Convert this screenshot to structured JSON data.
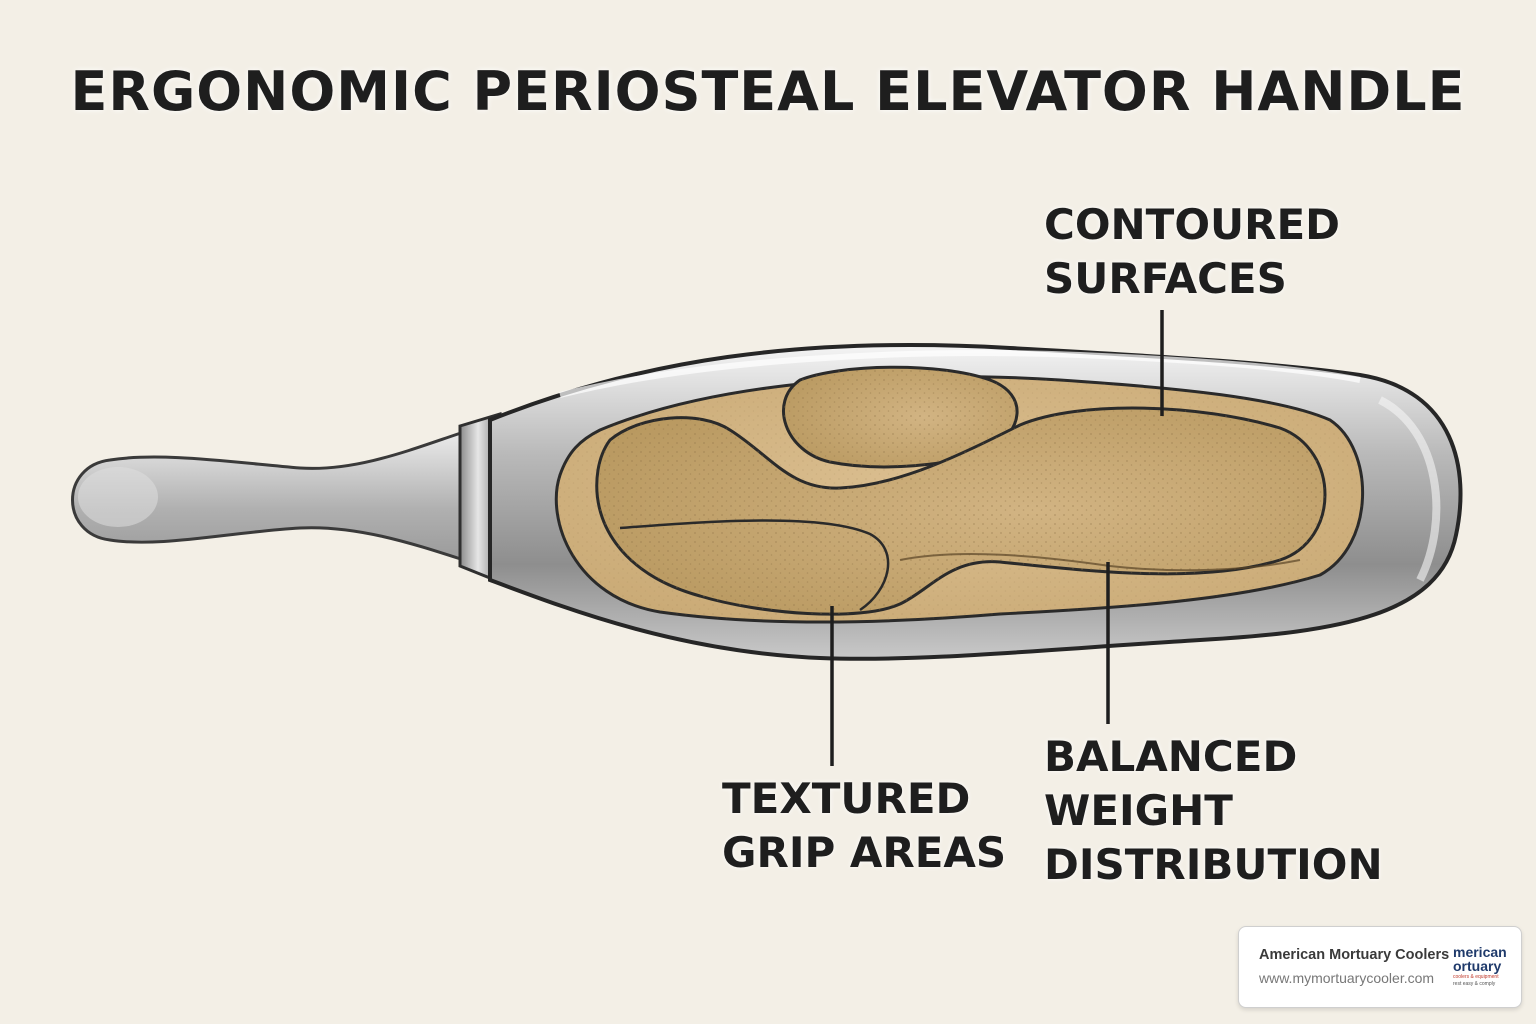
{
  "title": "ERGONOMIC PERIOSTEAL ELEVATOR HANDLE",
  "callouts": {
    "contoured": [
      "CONTOURED",
      "SURFACES"
    ],
    "textured": [
      "TEXTURED",
      "GRIP AREAS"
    ],
    "balanced": [
      "BALANCED",
      "WEIGHT",
      "DISTRIBUTION"
    ]
  },
  "badge": {
    "name": "American Mortuary Coolers",
    "url": "www.mymortuarycooler.com",
    "logo_line1": "merican",
    "logo_line2": "ortuary",
    "logo_line3": "coolers & equipment",
    "logo_line4": "rest easy & comply"
  },
  "colors": {
    "background": "#f3efe6",
    "metal": "#a9a9a9",
    "grip": "#d8bb88",
    "grip_dark": "#bc9d6a",
    "outline": "#2b2b2b",
    "logo_blue": "#1f3a6b",
    "logo_red": "#c0392b"
  }
}
